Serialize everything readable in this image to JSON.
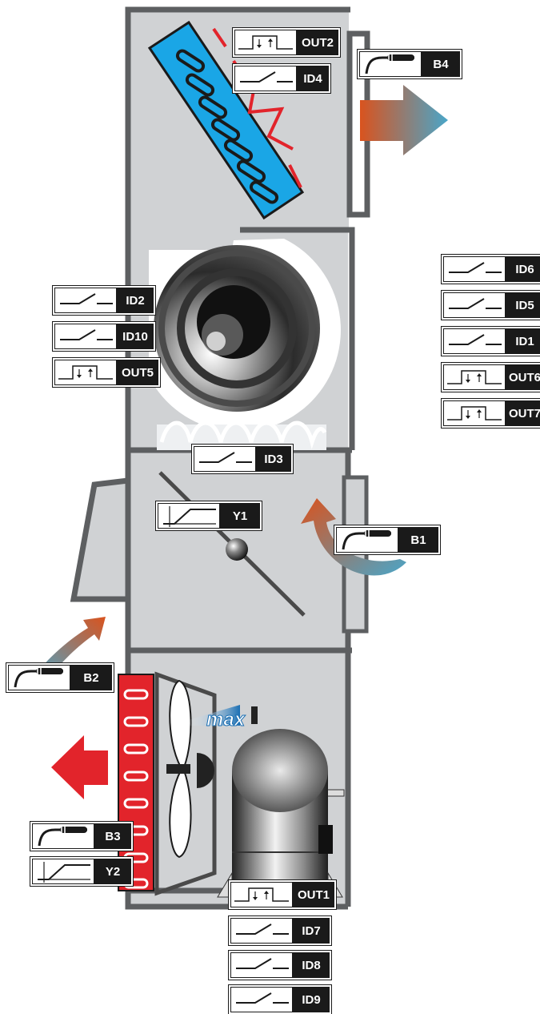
{
  "labels": {
    "out2": "OUT2",
    "id4": "ID4",
    "b4": "B4",
    "id6": "ID6",
    "id5": "ID5",
    "id1": "ID1",
    "out6": "OUT6",
    "out7": "OUT7",
    "id2": "ID2",
    "id10": "ID10",
    "out5": "OUT5",
    "id3": "ID3",
    "y1": "Y1",
    "b1": "B1",
    "b2": "B2",
    "b3": "B3",
    "y2": "Y2",
    "out1": "OUT1",
    "id7": "ID7",
    "id8": "ID8",
    "id9": "ID9"
  },
  "fan_speed_text": "max",
  "icons": {
    "probe": "temperature-probe-icon",
    "switch": "digital-input-switch-icon",
    "relay": "relay-output-icon",
    "ramp": "analog-ramp-icon"
  },
  "colors": {
    "casing": "#d0d2d4",
    "frame": "#5d5f61",
    "evaporator": "#1aa6e6",
    "condenser": "#e2242b",
    "hot_air": "#d9531e",
    "cold_air": "#49a6c9",
    "label_bg": "#1a1a1a"
  }
}
